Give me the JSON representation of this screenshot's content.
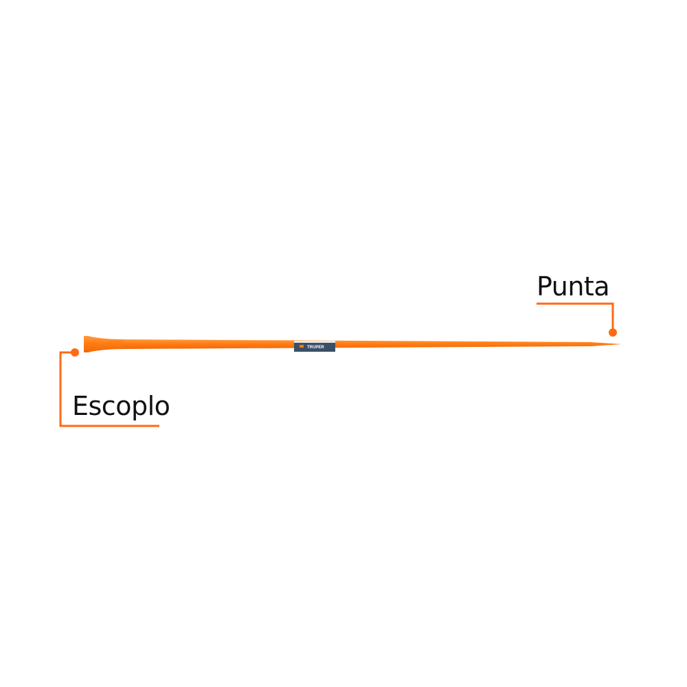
{
  "product": {
    "name": "crowbar",
    "brand": "TRUPER",
    "label_color": "#3b4f66",
    "body_color": "#ff7a12"
  },
  "callouts": {
    "punta": {
      "label": "Punta",
      "icon": "callout-dot"
    },
    "escoplo": {
      "label": "Escoplo",
      "icon": "callout-dot"
    }
  },
  "colors": {
    "accent": "#ff6a13",
    "text": "#111111",
    "background": "#ffffff"
  }
}
